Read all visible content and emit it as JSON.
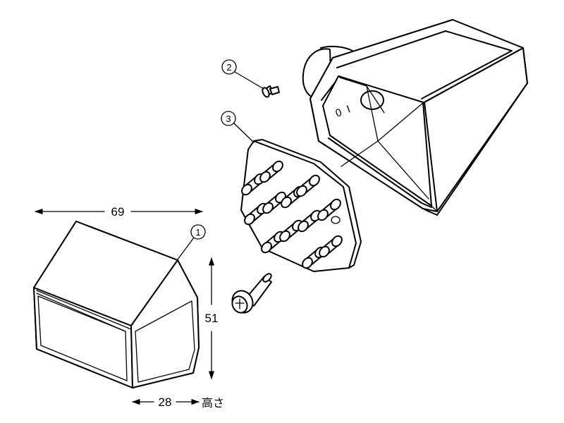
{
  "dimensions": {
    "width_value": "69",
    "height_value": "51",
    "depth_value": "28",
    "depth_label": "高さ"
  },
  "callouts": [
    {
      "number": "1"
    },
    {
      "number": "2"
    },
    {
      "number": "3"
    }
  ],
  "housing_marks": [
    "0",
    "I"
  ]
}
